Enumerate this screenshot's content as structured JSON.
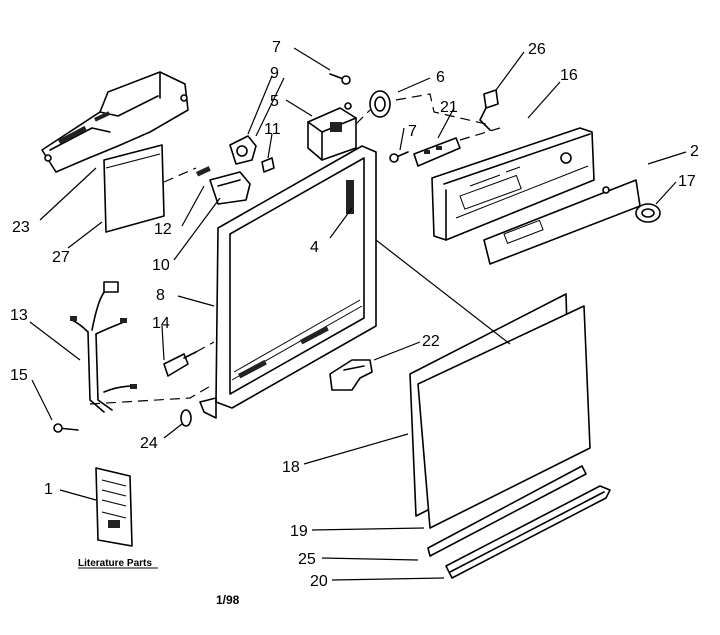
{
  "diagram": {
    "callouts": [
      {
        "id": "c7a",
        "label": "7"
      },
      {
        "id": "c26",
        "label": "26"
      },
      {
        "id": "c9",
        "label": "9"
      },
      {
        "id": "c6",
        "label": "6"
      },
      {
        "id": "c16",
        "label": "16"
      },
      {
        "id": "c5",
        "label": "5"
      },
      {
        "id": "c21",
        "label": "21"
      },
      {
        "id": "c11",
        "label": "11"
      },
      {
        "id": "c7b",
        "label": "7"
      },
      {
        "id": "c2",
        "label": "2"
      },
      {
        "id": "c17",
        "label": "17"
      },
      {
        "id": "c23",
        "label": "23"
      },
      {
        "id": "c12",
        "label": "12"
      },
      {
        "id": "c27",
        "label": "27"
      },
      {
        "id": "c10",
        "label": "10"
      },
      {
        "id": "c4",
        "label": "4"
      },
      {
        "id": "c8",
        "label": "8"
      },
      {
        "id": "c13",
        "label": "13"
      },
      {
        "id": "c14",
        "label": "14"
      },
      {
        "id": "c22",
        "label": "22"
      },
      {
        "id": "c15",
        "label": "15"
      },
      {
        "id": "c24",
        "label": "24"
      },
      {
        "id": "c18",
        "label": "18"
      },
      {
        "id": "c1",
        "label": "1"
      },
      {
        "id": "c19",
        "label": "19"
      },
      {
        "id": "c25",
        "label": "25"
      },
      {
        "id": "c20",
        "label": "20"
      }
    ],
    "literature_caption": "Literature Parts",
    "footer_code": "1/98"
  }
}
